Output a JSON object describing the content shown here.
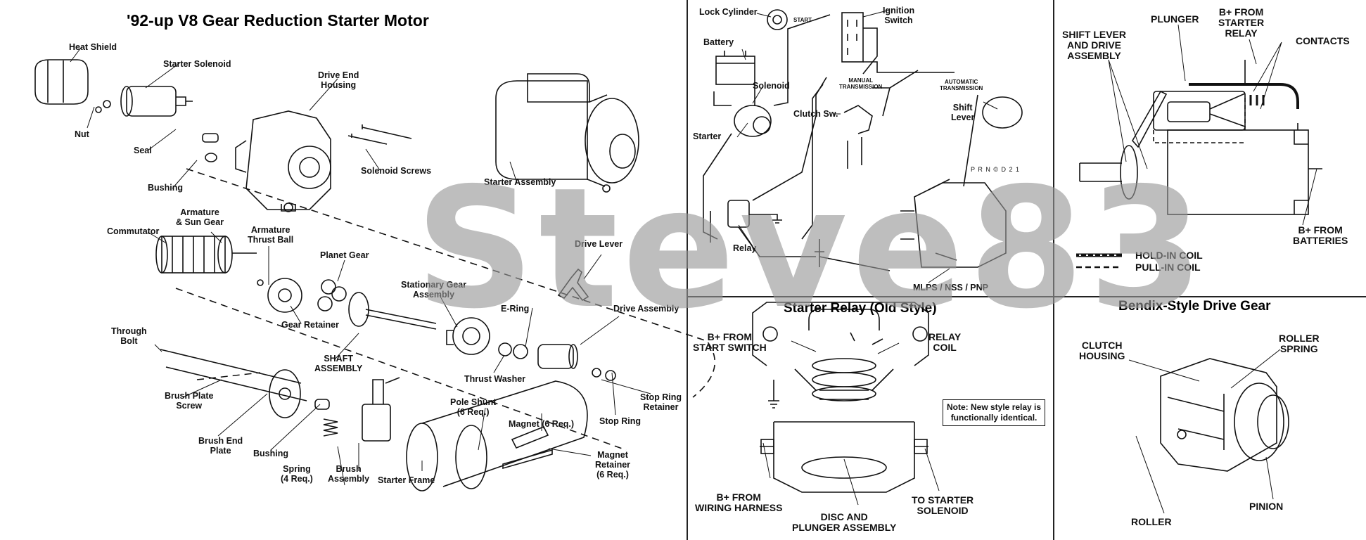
{
  "panels": {
    "main": {
      "title": "'92-up V8  Gear Reduction Starter Motor",
      "labels": {
        "heat_shield": "Heat Shield",
        "starter_solenoid": "Starter Solenoid",
        "nut": "Nut",
        "seal": "Seal",
        "bushing_top": "Bushing",
        "drive_end_housing": "Drive End\nHousing",
        "solenoid_screws": "Solenoid Screws",
        "starter_assembly": "Starter Assembly",
        "commutator": "Commutator",
        "armature_sun_gear": "Armature\n& Sun Gear",
        "armature_thrust_ball": "Armature\nThrust Ball",
        "planet_gear": "Planet Gear",
        "gear_retainer": "Gear Retainer",
        "stationary_gear_assembly": "Stationary Gear\nAssembly",
        "drive_lever": "Drive Lever",
        "drive_assembly": "Drive Assembly",
        "e_ring": "E-Ring",
        "thrust_washer": "Thrust Washer",
        "shaft_assembly": "SHAFT\nASSEMBLY",
        "through_bolt": "Through\nBolt",
        "brush_plate_screw": "Brush Plate\nScrew",
        "brush_end_plate": "Brush End\nPlate",
        "bushing_bottom": "Bushing",
        "spring": "Spring\n(4 Req.)",
        "brush_assembly": "Brush\nAssembly",
        "pole_shunt": "Pole Shunt\n(6 Req.)",
        "magnet": "Magnet (6 Req.)",
        "starter_frame": "Starter Frame",
        "magnet_retainer": "Magnet\nRetainer\n(6 Req.)",
        "stop_ring_retainer": "Stop Ring\nRetainer",
        "stop_ring": "Stop Ring"
      }
    },
    "circuit": {
      "labels": {
        "lock_cylinder": "Lock Cylinder",
        "start": "START",
        "ignition_switch": "Ignition\nSwitch",
        "battery": "Battery",
        "solenoid": "Solenoid",
        "manual_transmission": "MANUAL\nTRANSMISSION",
        "automatic_transmission": "AUTOMATIC\nTRANSMISSION",
        "clutch_sw": "Clutch Sw.",
        "starter": "Starter",
        "shift_lever": "Shift\nLever",
        "prndl": "P R N © D 2 1",
        "relay": "Relay",
        "mlps": "MLPS / NSS / PNP"
      }
    },
    "solenoid": {
      "labels": {
        "shift_lever_drive": "SHIFT LEVER\nAND DRIVE\nASSEMBLY",
        "plunger": "PLUNGER",
        "b_plus_starter_relay": "B+ FROM\nSTARTER\nRELAY",
        "contacts": "CONTACTS",
        "b_plus_batteries": "B+ FROM\nBATTERIES"
      },
      "legend": [
        {
          "label": "HOLD-IN COIL",
          "style": "dotted-bar"
        },
        {
          "label": "PULL-IN COIL",
          "style": "dashed"
        }
      ]
    },
    "relay": {
      "title": "Starter Relay (Old Style)",
      "labels": {
        "b_plus_start_switch": "B+ FROM\nSTART SWITCH",
        "relay_coil": "RELAY\nCOIL",
        "b_plus_wiring_harness": "B+ FROM\nWIRING HARNESS",
        "disc_plunger": "DISC AND\nPLUNGER ASSEMBLY",
        "to_starter_solenoid": "TO STARTER\nSOLENOID"
      },
      "note": "Note: New style relay is\nfunctionally identical."
    },
    "bendix": {
      "title": "Bendix-Style Drive Gear",
      "labels": {
        "clutch_housing": "CLUTCH\nHOUSING",
        "roller_spring": "ROLLER\nSPRING",
        "pinion": "PINION",
        "roller": "ROLLER"
      }
    }
  },
  "watermark": "Steve83"
}
